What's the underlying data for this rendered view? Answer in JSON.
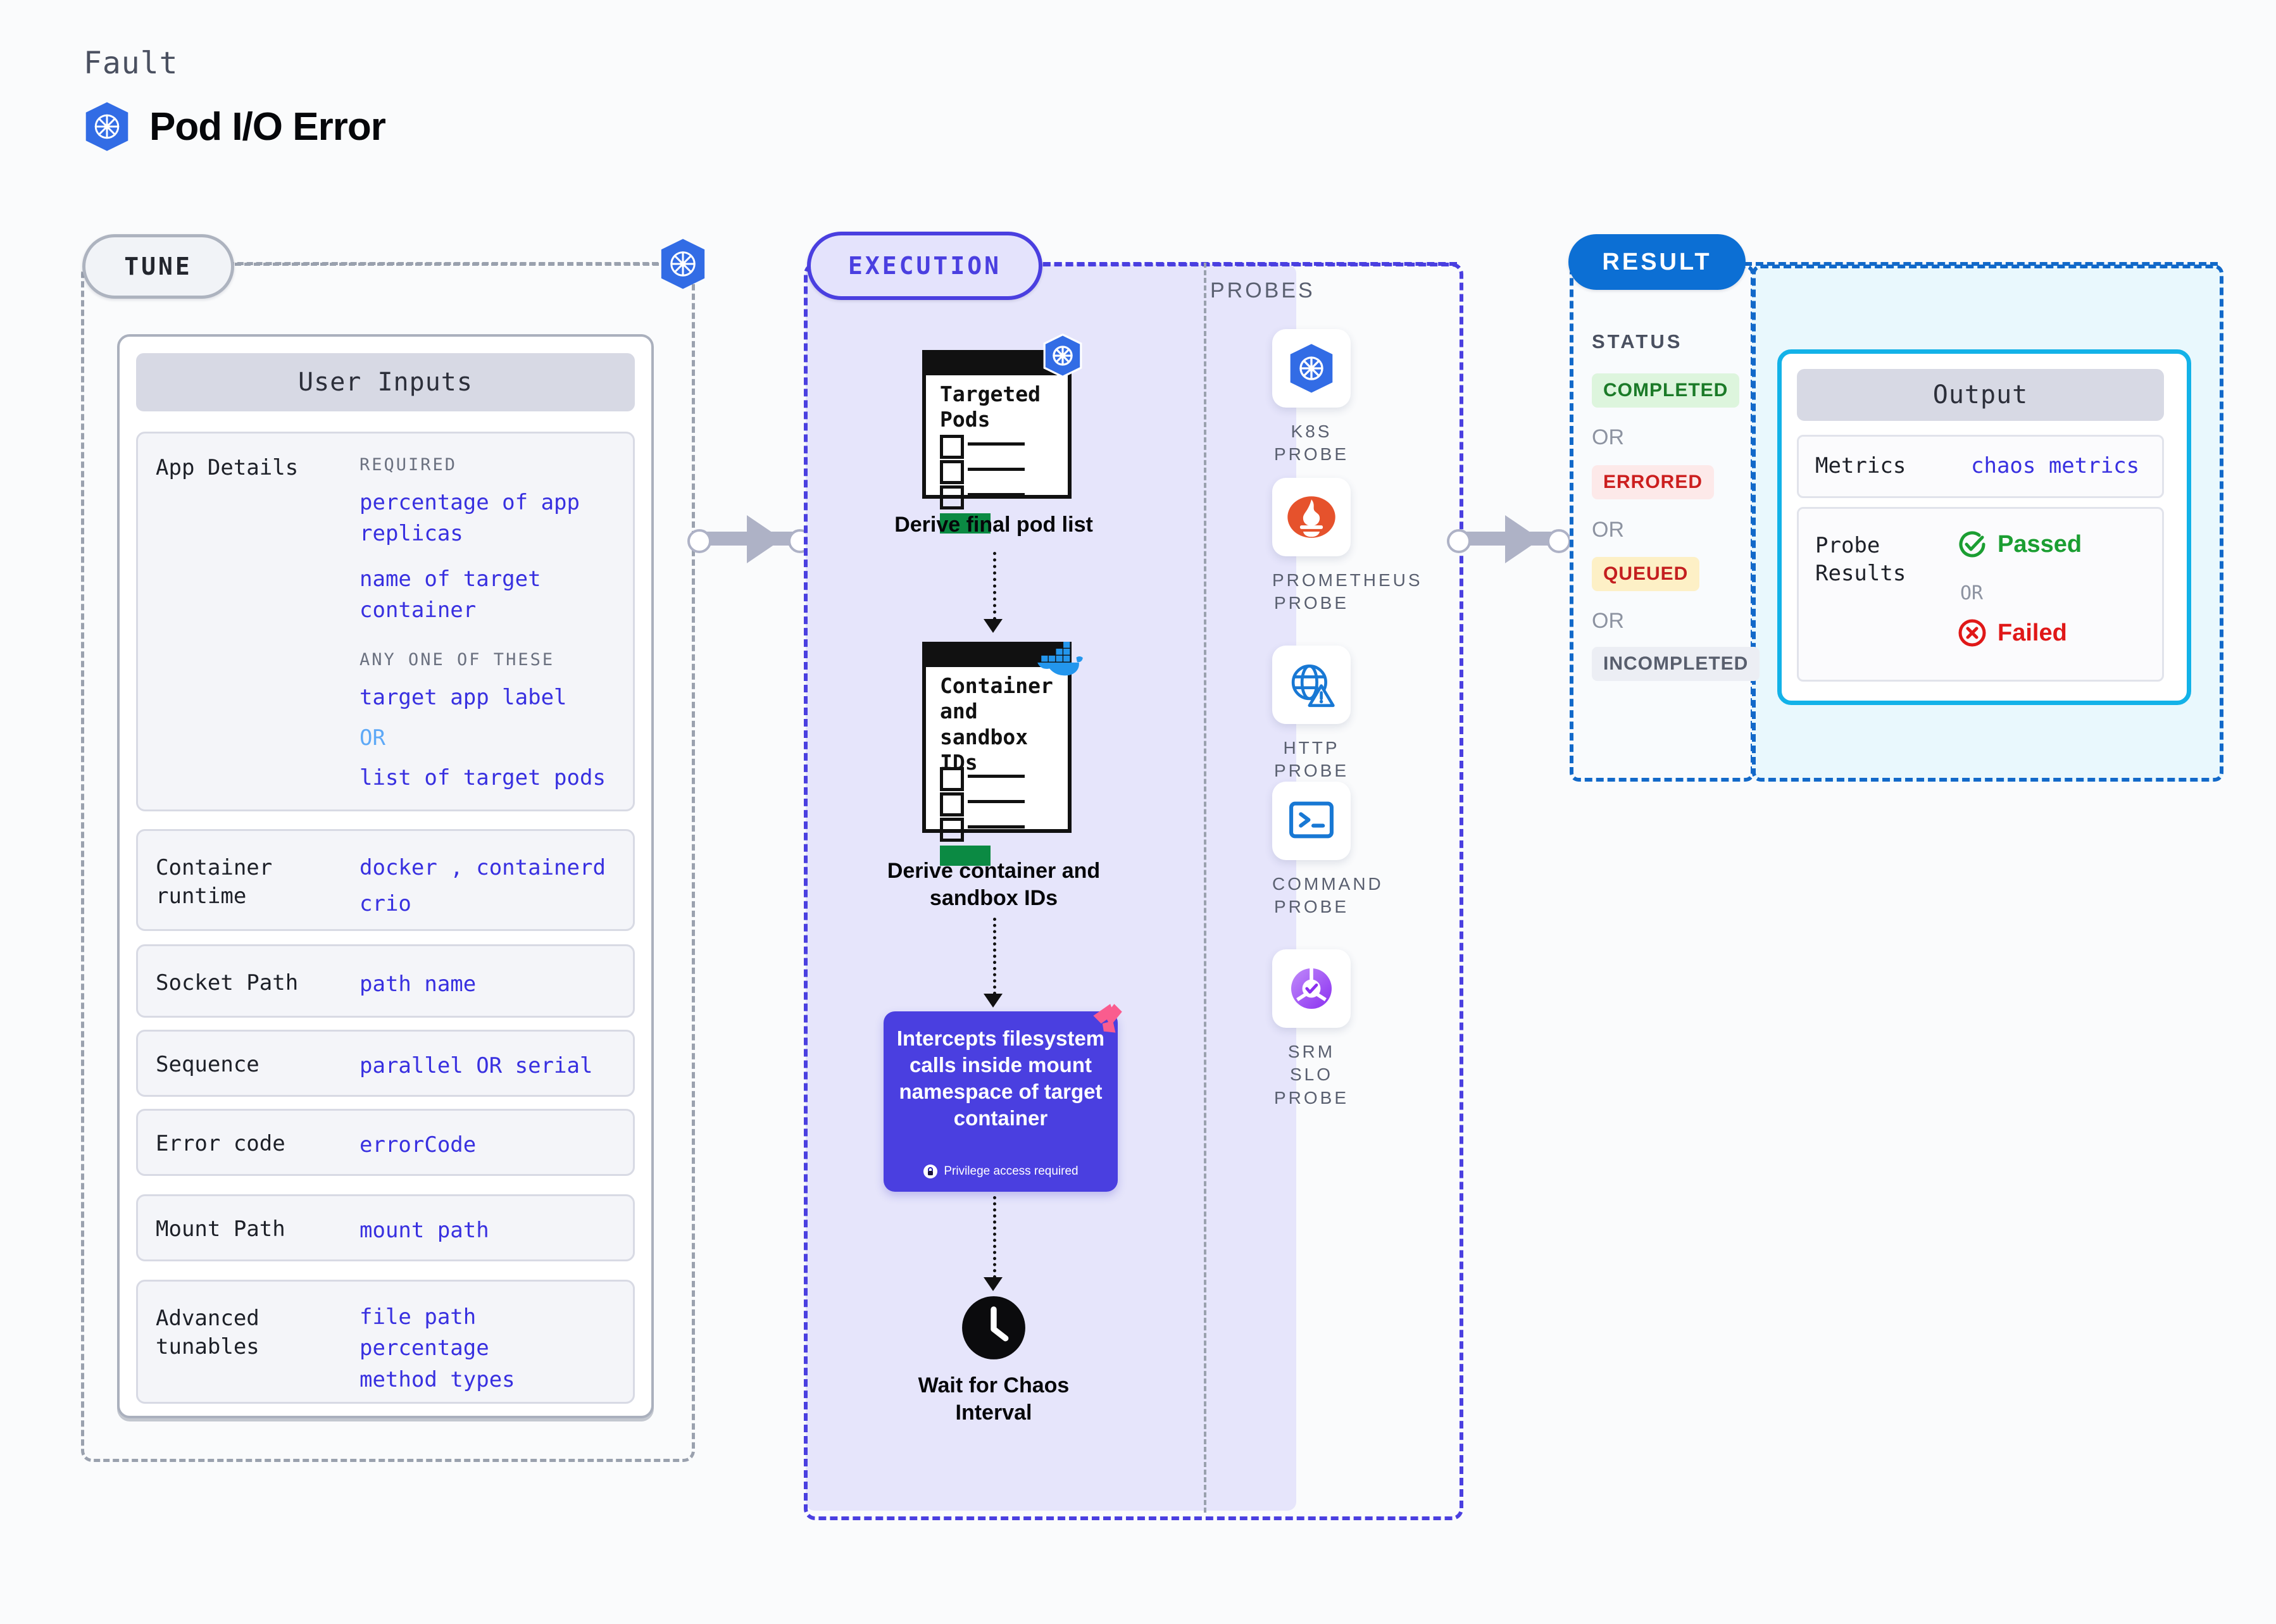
{
  "header": {
    "eyebrow": "Fault",
    "title": "Pod I/O Error",
    "icon": "kubernetes-icon"
  },
  "panels": {
    "tune": {
      "badge": "TUNE",
      "corner_icon": "kubernetes-icon"
    },
    "execution": {
      "badge": "EXECUTION",
      "probes_heading": "PROBES"
    },
    "result": {
      "badge": "RESULT",
      "status_heading": "STATUS"
    }
  },
  "user_inputs": {
    "card_title": "User Inputs",
    "rows": [
      {
        "key": "App Details",
        "groups": [
          {
            "label": "REQUIRED",
            "values": [
              "percentage of app replicas",
              "name of target container"
            ]
          },
          {
            "label": "ANY ONE OF THESE",
            "values": [
              "target app label",
              "OR",
              "list of target pods"
            ]
          }
        ]
      },
      {
        "key": "Container runtime",
        "values": [
          "docker , containerd",
          "crio"
        ]
      },
      {
        "key": "Socket Path",
        "values": [
          "path name"
        ]
      },
      {
        "key": "Sequence",
        "values": [
          "parallel OR serial"
        ]
      },
      {
        "key": "Error code",
        "values": [
          "errorCode"
        ]
      },
      {
        "key": "Mount Path",
        "values": [
          "mount path"
        ]
      },
      {
        "key": "Advanced tunables",
        "values": [
          "file path",
          "percentage",
          "method types"
        ]
      }
    ]
  },
  "execution_flow": [
    {
      "id": "pods",
      "card_title": "Targeted Pods",
      "caption": "Derive final pod list",
      "badge_icon": "kubernetes-icon"
    },
    {
      "id": "ids",
      "card_title": "Container and sandbox IDs",
      "caption": "Derive container and sandbox IDs",
      "badge_icon": "docker-icon"
    },
    {
      "id": "intercept",
      "text": "Intercepts filesystem calls inside mount namespace of target container",
      "note": "Privilege access required",
      "note_icon": "lock-icon",
      "badge_icon": "litmus-icon"
    },
    {
      "id": "wait",
      "caption": "Wait for Chaos Interval",
      "icon": "clock-icon"
    }
  ],
  "probes": [
    {
      "label": "K8S PROBE",
      "icon": "kubernetes-icon"
    },
    {
      "label": "PROMETHEUS PROBE",
      "icon": "prometheus-icon"
    },
    {
      "label": "HTTP PROBE",
      "icon": "http-globe-warning-icon"
    },
    {
      "label": "COMMAND PROBE",
      "icon": "terminal-icon"
    },
    {
      "label": "SRM SLO PROBE",
      "icon": "srm-slo-icon"
    }
  ],
  "result": {
    "statuses": [
      {
        "label": "COMPLETED",
        "fg": "#1b7a28",
        "bg": "#ddf5dd"
      },
      {
        "sep": "OR"
      },
      {
        "label": "ERRORED",
        "fg": "#cc1f1f",
        "bg": "#fde9e9"
      },
      {
        "sep": "OR"
      },
      {
        "label": "QUEUED",
        "fg": "#c41f1f",
        "bg": "#fdf0c6"
      },
      {
        "sep": "OR"
      },
      {
        "label": "INCOMPLETED",
        "fg": "#585e6d",
        "bg": "#eceef4"
      }
    ],
    "output": {
      "card_title": "Output",
      "metrics_key": "Metrics",
      "metrics_value": "chaos metrics",
      "probe_key": "Probe Results",
      "passed": "Passed",
      "or": "OR",
      "failed": "Failed"
    }
  },
  "colors": {
    "accent_purple": "#4a3fe0",
    "accent_blue": "#0c6fd4",
    "k8s_blue": "#326ce5",
    "cyan": "#13b2e8",
    "green": "#1b7a28",
    "red": "#d31f1f"
  }
}
